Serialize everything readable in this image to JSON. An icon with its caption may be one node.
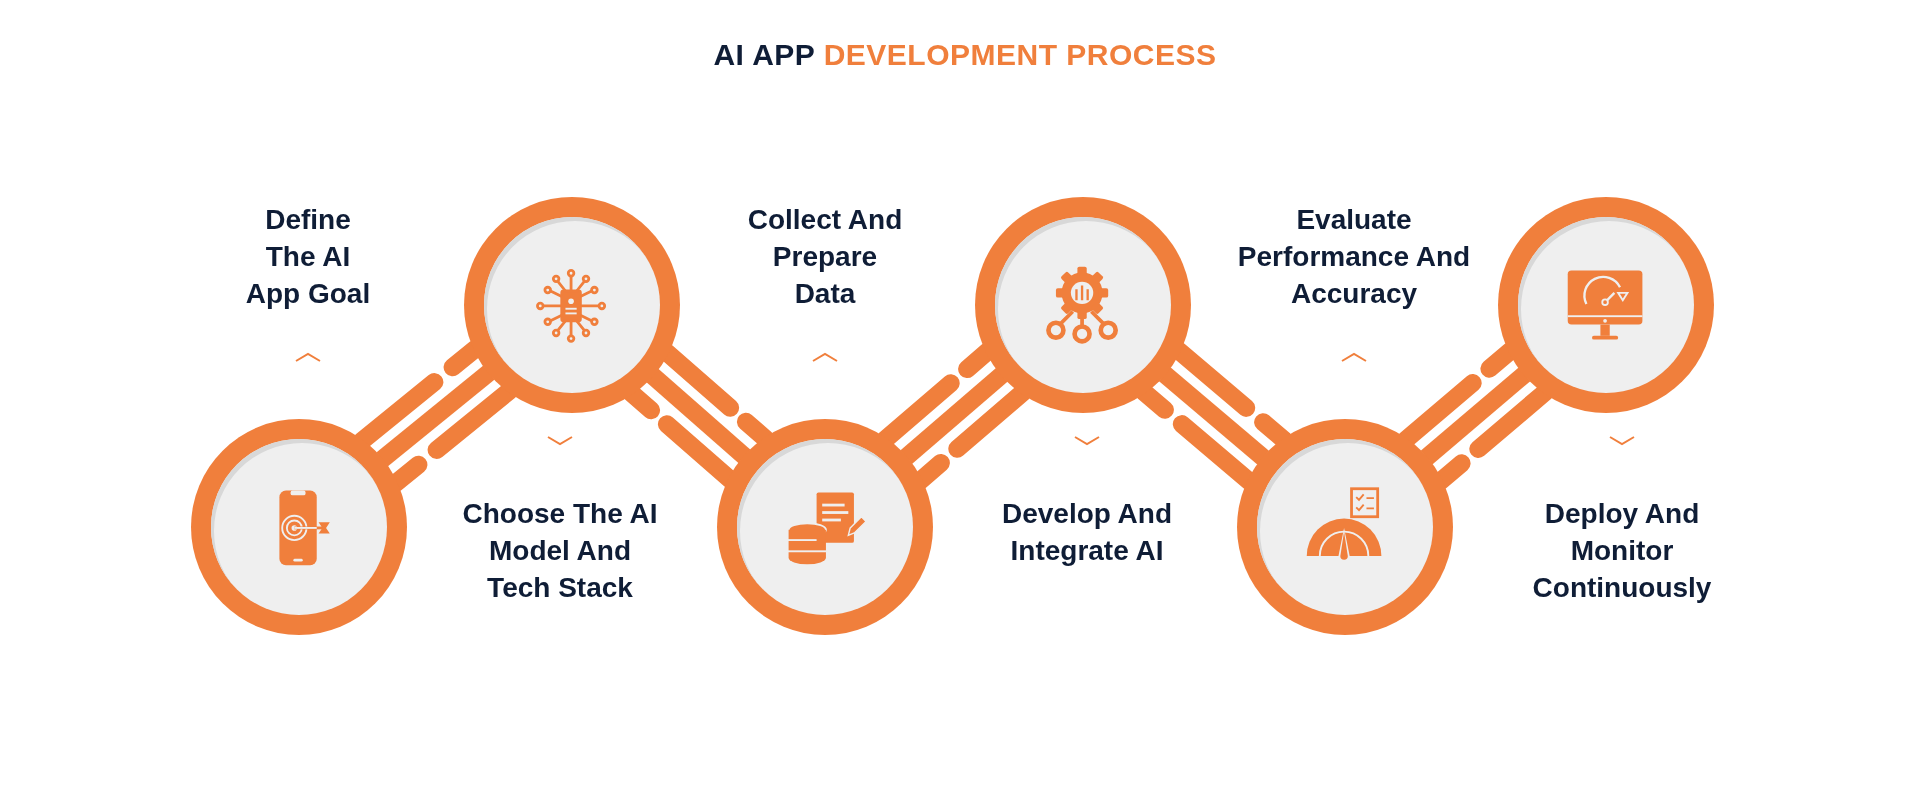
{
  "diagram": {
    "title": "AI APP **DEVELOPMENT PROCESS**",
    "nodes": [
      {
        "text": [],
        "shape": "circle"
      },
      {
        "text": [],
        "shape": "circle"
      },
      {
        "text": [],
        "shape": "circle"
      },
      {
        "text": [],
        "shape": "circle"
      },
      {
        "text": [],
        "shape": "circle"
      },
      {
        "text": [],
        "shape": "circle"
      }
    ],
    "edges": [
      {
        "from": 0,
        "to": 1,
        "arrow": "none"
      },
      {
        "from": 1,
        "to": 2,
        "arrow": "none"
      },
      {
        "from": 2,
        "to": 3,
        "arrow": "none"
      },
      {
        "from": 3,
        "to": 4,
        "arrow": "none"
      },
      {
        "from": 4,
        "to": 5,
        "arrow": "none"
      }
    ],
    "labels": [
      "Define The AI App Goal",
      "Collect And Prepare Data",
      "Evaluate Performance And Accuracy",
      "Choose The AI Model And Tech Stack",
      "Develop And Integrate AI",
      "Deploy And Monitor Continuously"
    ]
  }
}
